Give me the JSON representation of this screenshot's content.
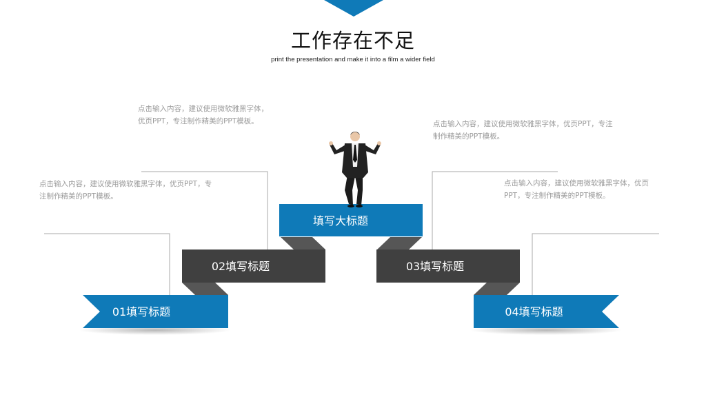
{
  "colors": {
    "accent": "#0f7ab8",
    "dark": "#404040",
    "fold": "#565656",
    "line": "#a8a8a8",
    "text_muted": "#9a9a9a"
  },
  "header": {
    "title": "工作存在不足",
    "subtitle": "print the presentation and make it into a film a wider field"
  },
  "steps": {
    "main": "填写大标题",
    "s01": "01填写标题",
    "s02": "02填写标题",
    "s03": "03填写标题",
    "s04": "04填写标题"
  },
  "descriptions": {
    "d02": "点击输入内容，建议使用微软雅黑字体，优页PPT，专注制作精美的PPT模板。",
    "d01": "点击输入内容，建议使用微软雅黑字体，优页PPT，专注制作精美的PPT模板。",
    "d03": "点击输入内容，建议使用微软雅黑字体，优页PPT，专注制作精美的PPT模板。",
    "d04": "点击输入内容，建议使用微软雅黑字体，优页PPT，专注制作精美的PPT模板。"
  },
  "icons": {
    "figure": "businessman-figure",
    "top_marker": "chevron-down-marker"
  }
}
